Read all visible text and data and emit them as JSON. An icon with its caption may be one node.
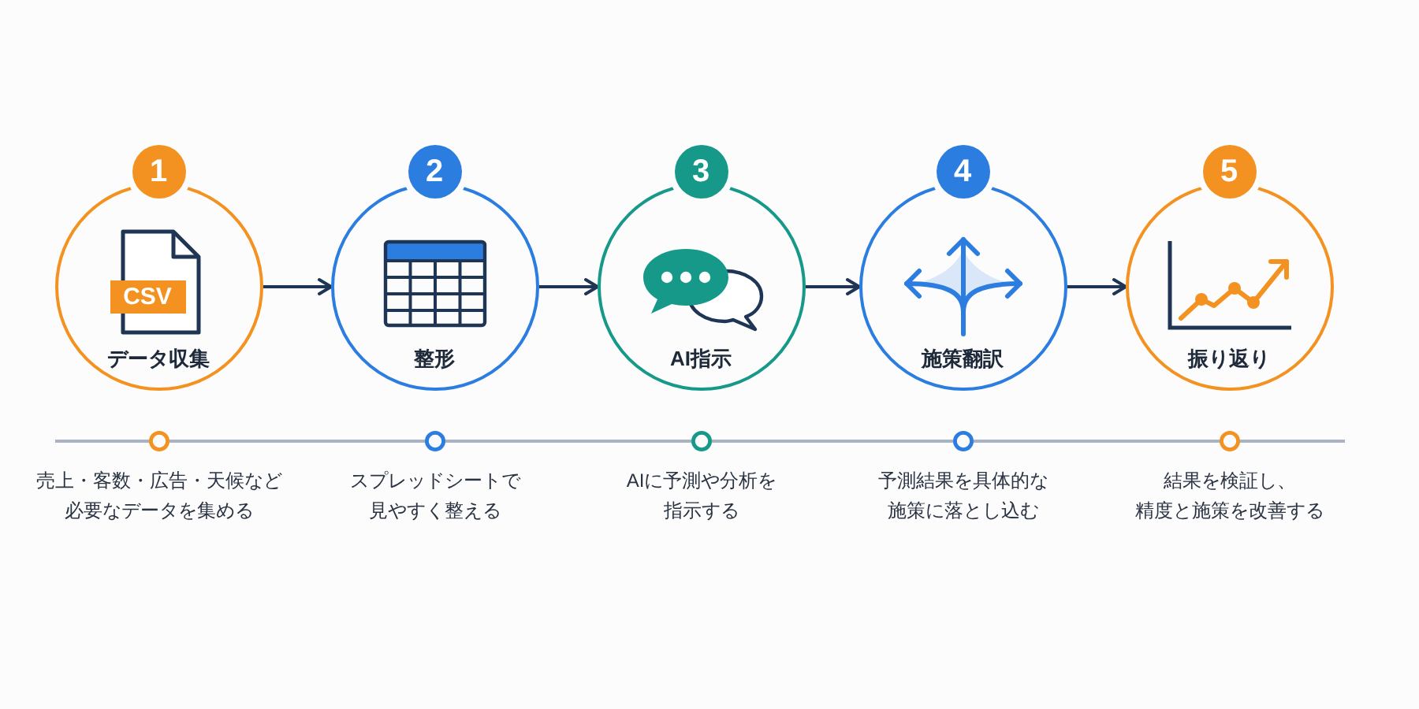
{
  "diagram": {
    "nodes": [
      {
        "text": [
          "1",
          "データ収集"
        ]
      },
      {
        "text": [
          "2",
          "整形"
        ]
      },
      {
        "text": [
          "3",
          "AI指示"
        ]
      },
      {
        "text": [
          "4",
          "施策翻訳"
        ]
      },
      {
        "text": [
          "5",
          "振り返り"
        ]
      }
    ],
    "edges": [
      {
        "from": 0,
        "to": 1,
        "arrow": "to"
      },
      {
        "from": 1,
        "to": 2,
        "arrow": "to"
      },
      {
        "from": 2,
        "to": 3,
        "arrow": "to"
      },
      {
        "from": 3,
        "to": 4,
        "arrow": "to"
      }
    ],
    "labels": [
      "CSV",
      "売上・客数・広告・天候など必要なデータを集める",
      "スプレッドシートで見やすく整える",
      "AIに予測や分析を指示する",
      "予測結果を具体的な施策に落とし込む",
      "結果を検証し、精度と施策を改善する"
    ]
  }
}
